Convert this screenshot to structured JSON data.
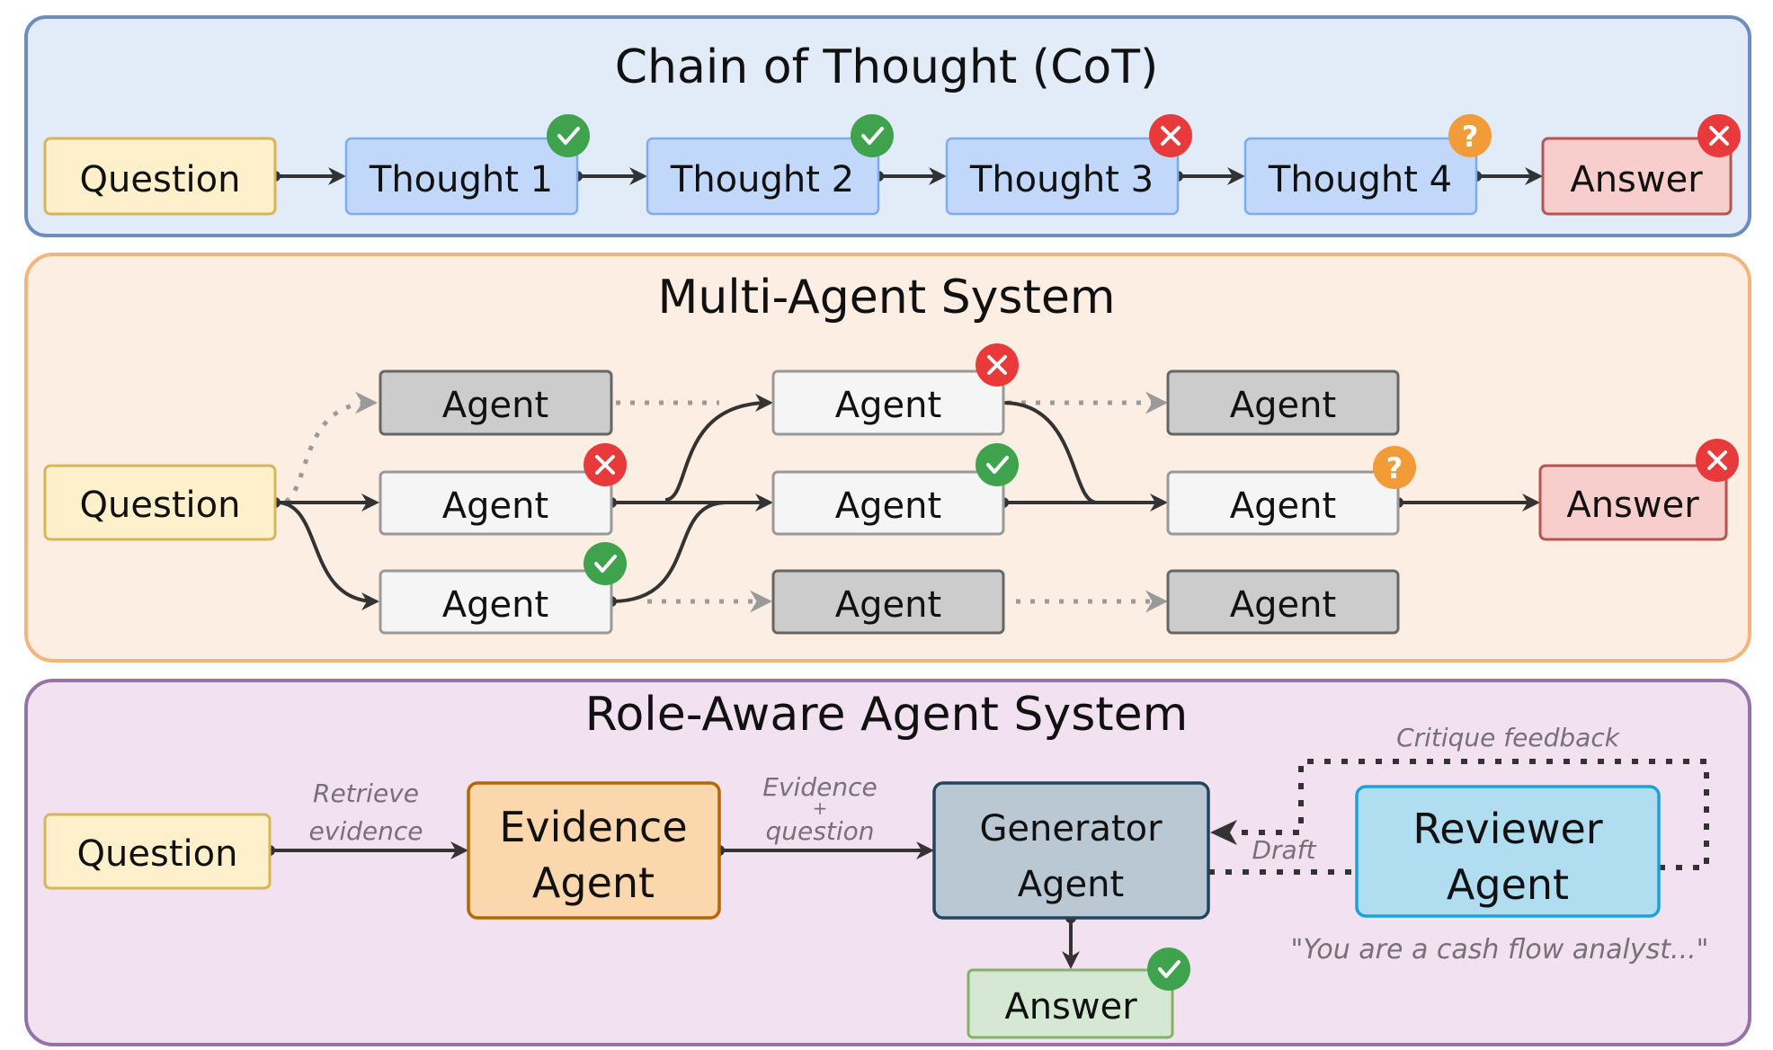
{
  "colors": {
    "cot_panel_bg": "#e1ecf8",
    "cot_panel_border": "#6c8ebf",
    "mas_panel_bg": "#fdeee3",
    "mas_panel_border": "#f4b47a",
    "ras_panel_bg": "#f2e1f0",
    "ras_panel_border": "#9673a6",
    "question_bg": "#fff0cc",
    "question_border": "#d6b656",
    "thought_bg": "#c2d8fb",
    "thought_border": "#7eabee",
    "answer_bad_bg": "#f8cecc",
    "answer_bad_border": "#b85450",
    "answer_good_bg": "#d5e8d4",
    "answer_good_border": "#82b366",
    "agent_active_bg": "#f5f5f5",
    "agent_active_border": "#999999",
    "agent_idle_bg": "#cccccc",
    "agent_idle_border": "#666666",
    "evidence_bg": "#fad7ac",
    "evidence_border": "#b46504",
    "generator_bg": "#bac8d3",
    "generator_border": "#23445d",
    "reviewer_bg": "#b1ddf0",
    "reviewer_border": "#1ba1e2",
    "status_correct": "#3fa34d",
    "status_wrong": "#e83a3a",
    "status_uncertain": "#f19c38"
  },
  "panels": {
    "cot": {
      "title": "Chain of Thought (CoT)",
      "nodes": [
        {
          "id": "q",
          "label": "Question",
          "kind": "question",
          "status": null
        },
        {
          "id": "t1",
          "label": "Thought 1",
          "kind": "thought",
          "status": "correct"
        },
        {
          "id": "t2",
          "label": "Thought 2",
          "kind": "thought",
          "status": "correct"
        },
        {
          "id": "t3",
          "label": "Thought 3",
          "kind": "thought",
          "status": "wrong"
        },
        {
          "id": "t4",
          "label": "Thought 4",
          "kind": "thought",
          "status": "uncertain"
        },
        {
          "id": "a",
          "label": "Answer",
          "kind": "answer_bad",
          "status": "wrong"
        }
      ]
    },
    "mas": {
      "title": "Multi-Agent System",
      "nodes": [
        {
          "id": "q",
          "label": "Question",
          "kind": "question",
          "status": null
        },
        {
          "id": "a11",
          "label": "Agent",
          "kind": "agent_idle",
          "status": null
        },
        {
          "id": "a12",
          "label": "Agent",
          "kind": "agent_active",
          "status": "wrong"
        },
        {
          "id": "a13",
          "label": "Agent",
          "kind": "agent_active",
          "status": "correct"
        },
        {
          "id": "a21",
          "label": "Agent",
          "kind": "agent_active",
          "status": "wrong"
        },
        {
          "id": "a22",
          "label": "Agent",
          "kind": "agent_active",
          "status": "correct"
        },
        {
          "id": "a23",
          "label": "Agent",
          "kind": "agent_idle",
          "status": null
        },
        {
          "id": "a31",
          "label": "Agent",
          "kind": "agent_idle",
          "status": null
        },
        {
          "id": "a32",
          "label": "Agent",
          "kind": "agent_active",
          "status": "uncertain"
        },
        {
          "id": "a33",
          "label": "Agent",
          "kind": "agent_idle",
          "status": null
        },
        {
          "id": "ans",
          "label": "Answer",
          "kind": "answer_bad",
          "status": "wrong"
        }
      ]
    },
    "ras": {
      "title": "Role-Aware Agent System",
      "nodes": [
        {
          "id": "q",
          "label": "Question",
          "kind": "question",
          "status": null
        },
        {
          "id": "ev",
          "label_line1": "Evidence",
          "label_line2": "Agent",
          "kind": "evidence",
          "status": null
        },
        {
          "id": "gen",
          "label_line1": "Generator",
          "label_line2": "Agent",
          "kind": "generator",
          "status": null
        },
        {
          "id": "rev",
          "label_line1": "Reviewer",
          "label_line2": "Agent",
          "kind": "reviewer",
          "status": null
        },
        {
          "id": "ans",
          "label": "Answer",
          "kind": "answer_good",
          "status": "correct"
        }
      ],
      "edge_labels": {
        "retrieve_line1": "Retrieve",
        "retrieve_line2": "evidence",
        "evq_line1": "Evidence",
        "evq_line2": "+",
        "evq_line3": "question",
        "critique": "Critique feedback",
        "draft": "Draft"
      },
      "reviewer_prompt": "\"You are a cash flow analyst...\""
    }
  }
}
